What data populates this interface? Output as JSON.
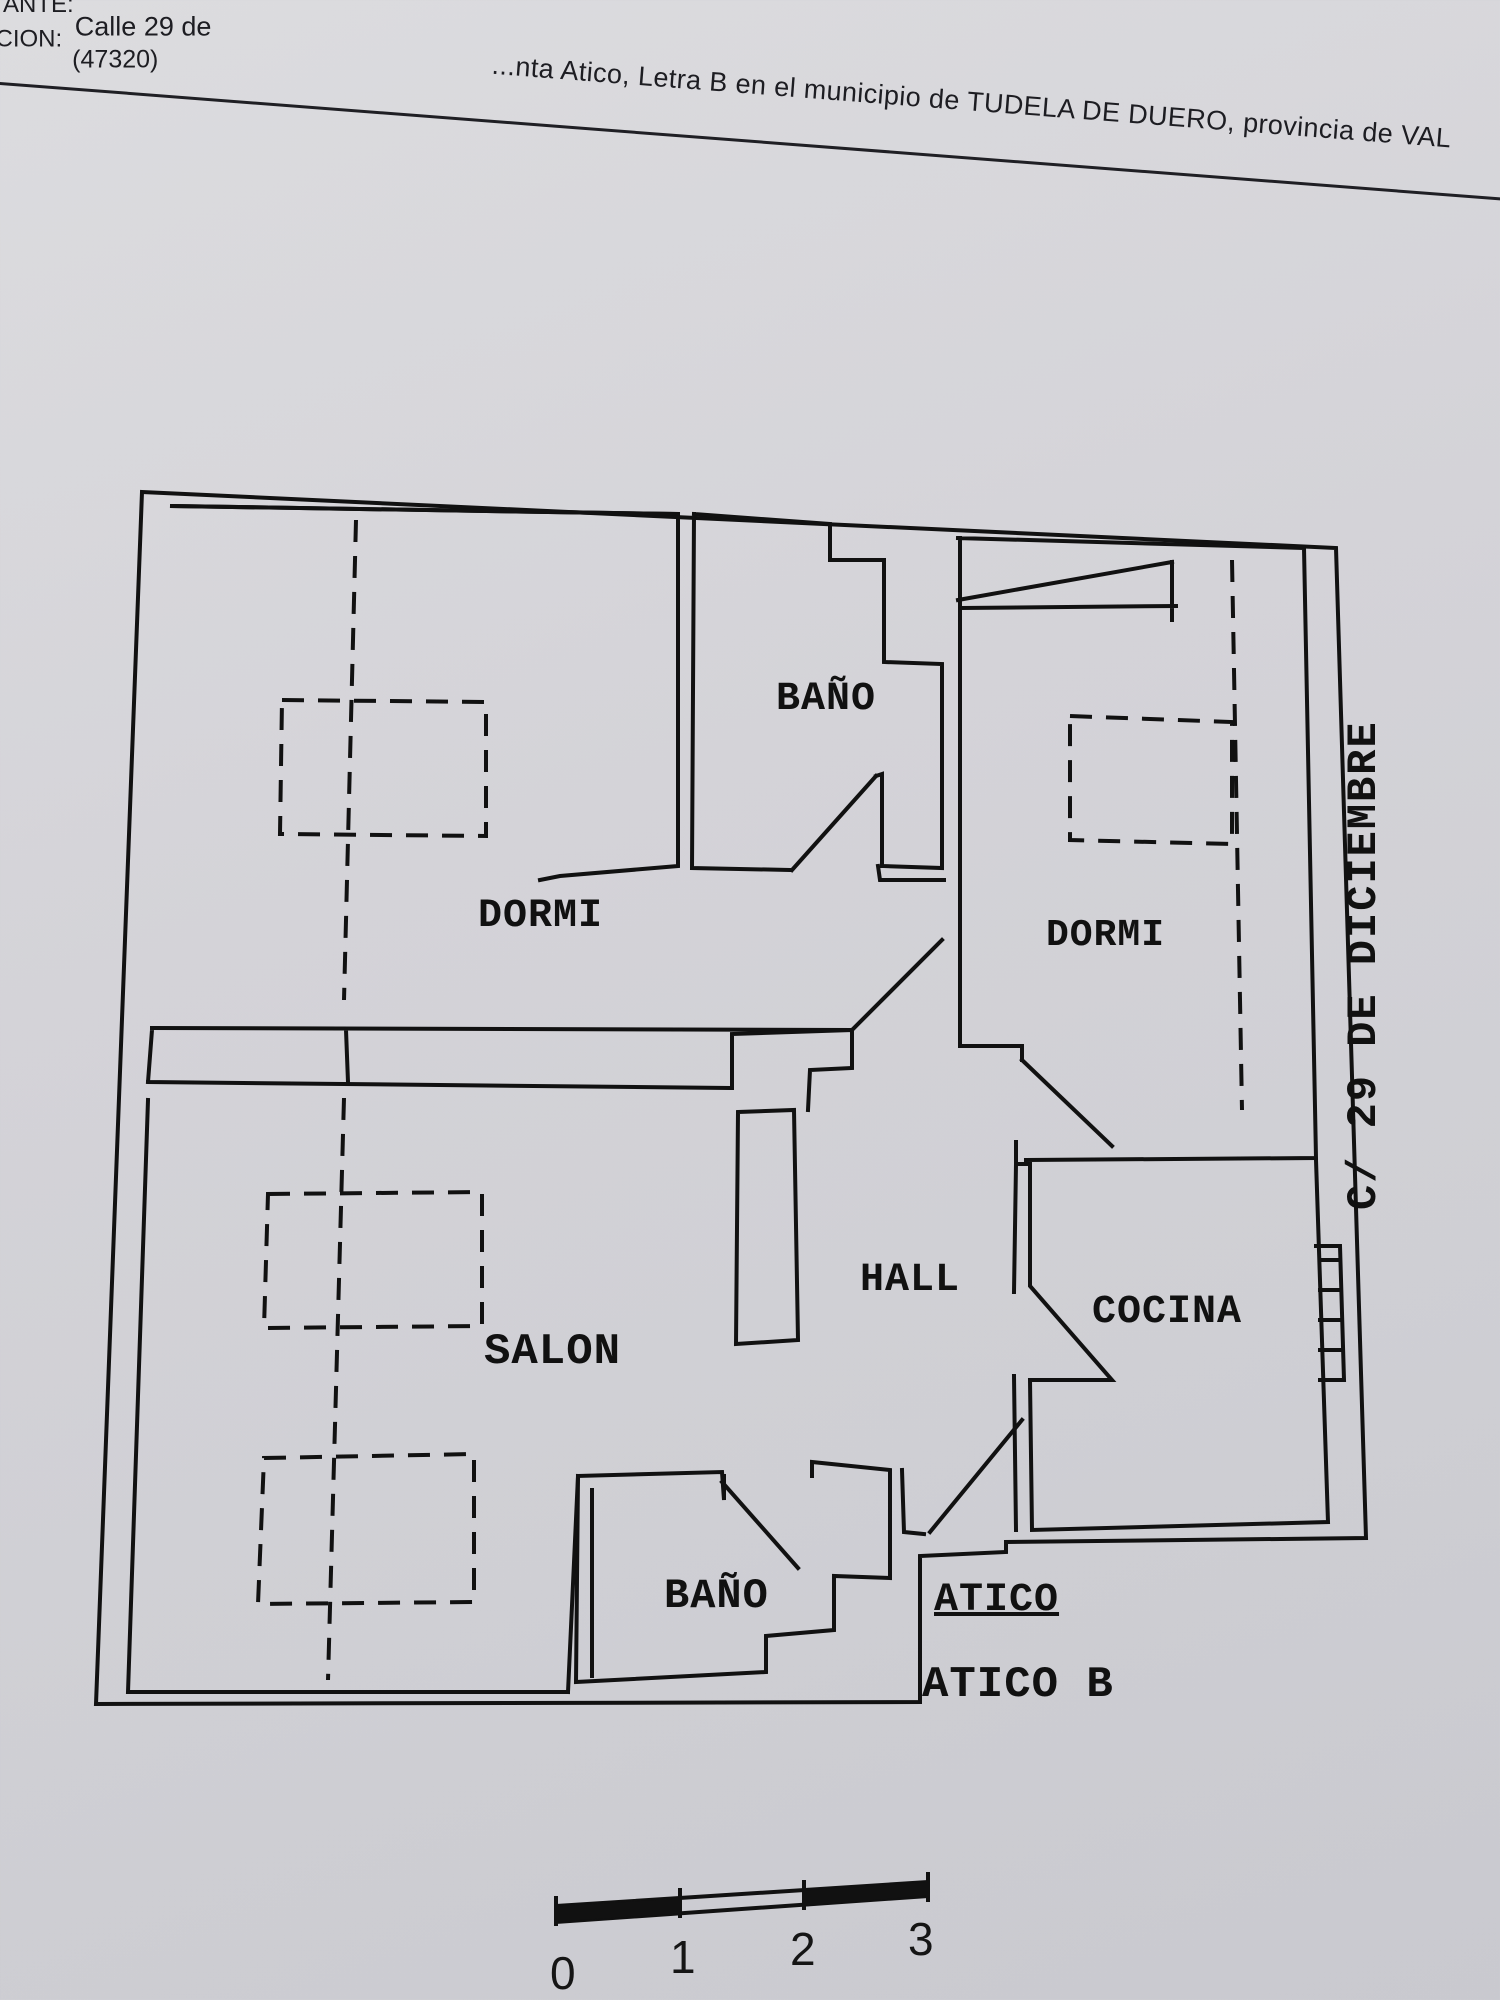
{
  "header": {
    "field_1": "TANTE:",
    "field_2": "CION:",
    "address_line": "Calle 29 de",
    "postal_code": "(47320)",
    "location_text": "...nta Atico, Letra B en el municipio de TUDELA DE DUERO,  provincia de VAL"
  },
  "rooms": {
    "bano_top": "BAÑO",
    "dormi_left": "DORMI",
    "dormi_right": "DORMI",
    "salon": "SALON",
    "hall": "HALL",
    "cocina": "COCINA",
    "bano_bottom": "BAÑO"
  },
  "unit": {
    "line_1": "ATICO",
    "line_2": "ATICO B"
  },
  "street": "C/ 29 DE DICIEMBRE",
  "scale_labels": [
    "0",
    "1",
    "2",
    "3"
  ],
  "colors": {
    "paper": "#d4d3d8",
    "ink": "#111111"
  }
}
